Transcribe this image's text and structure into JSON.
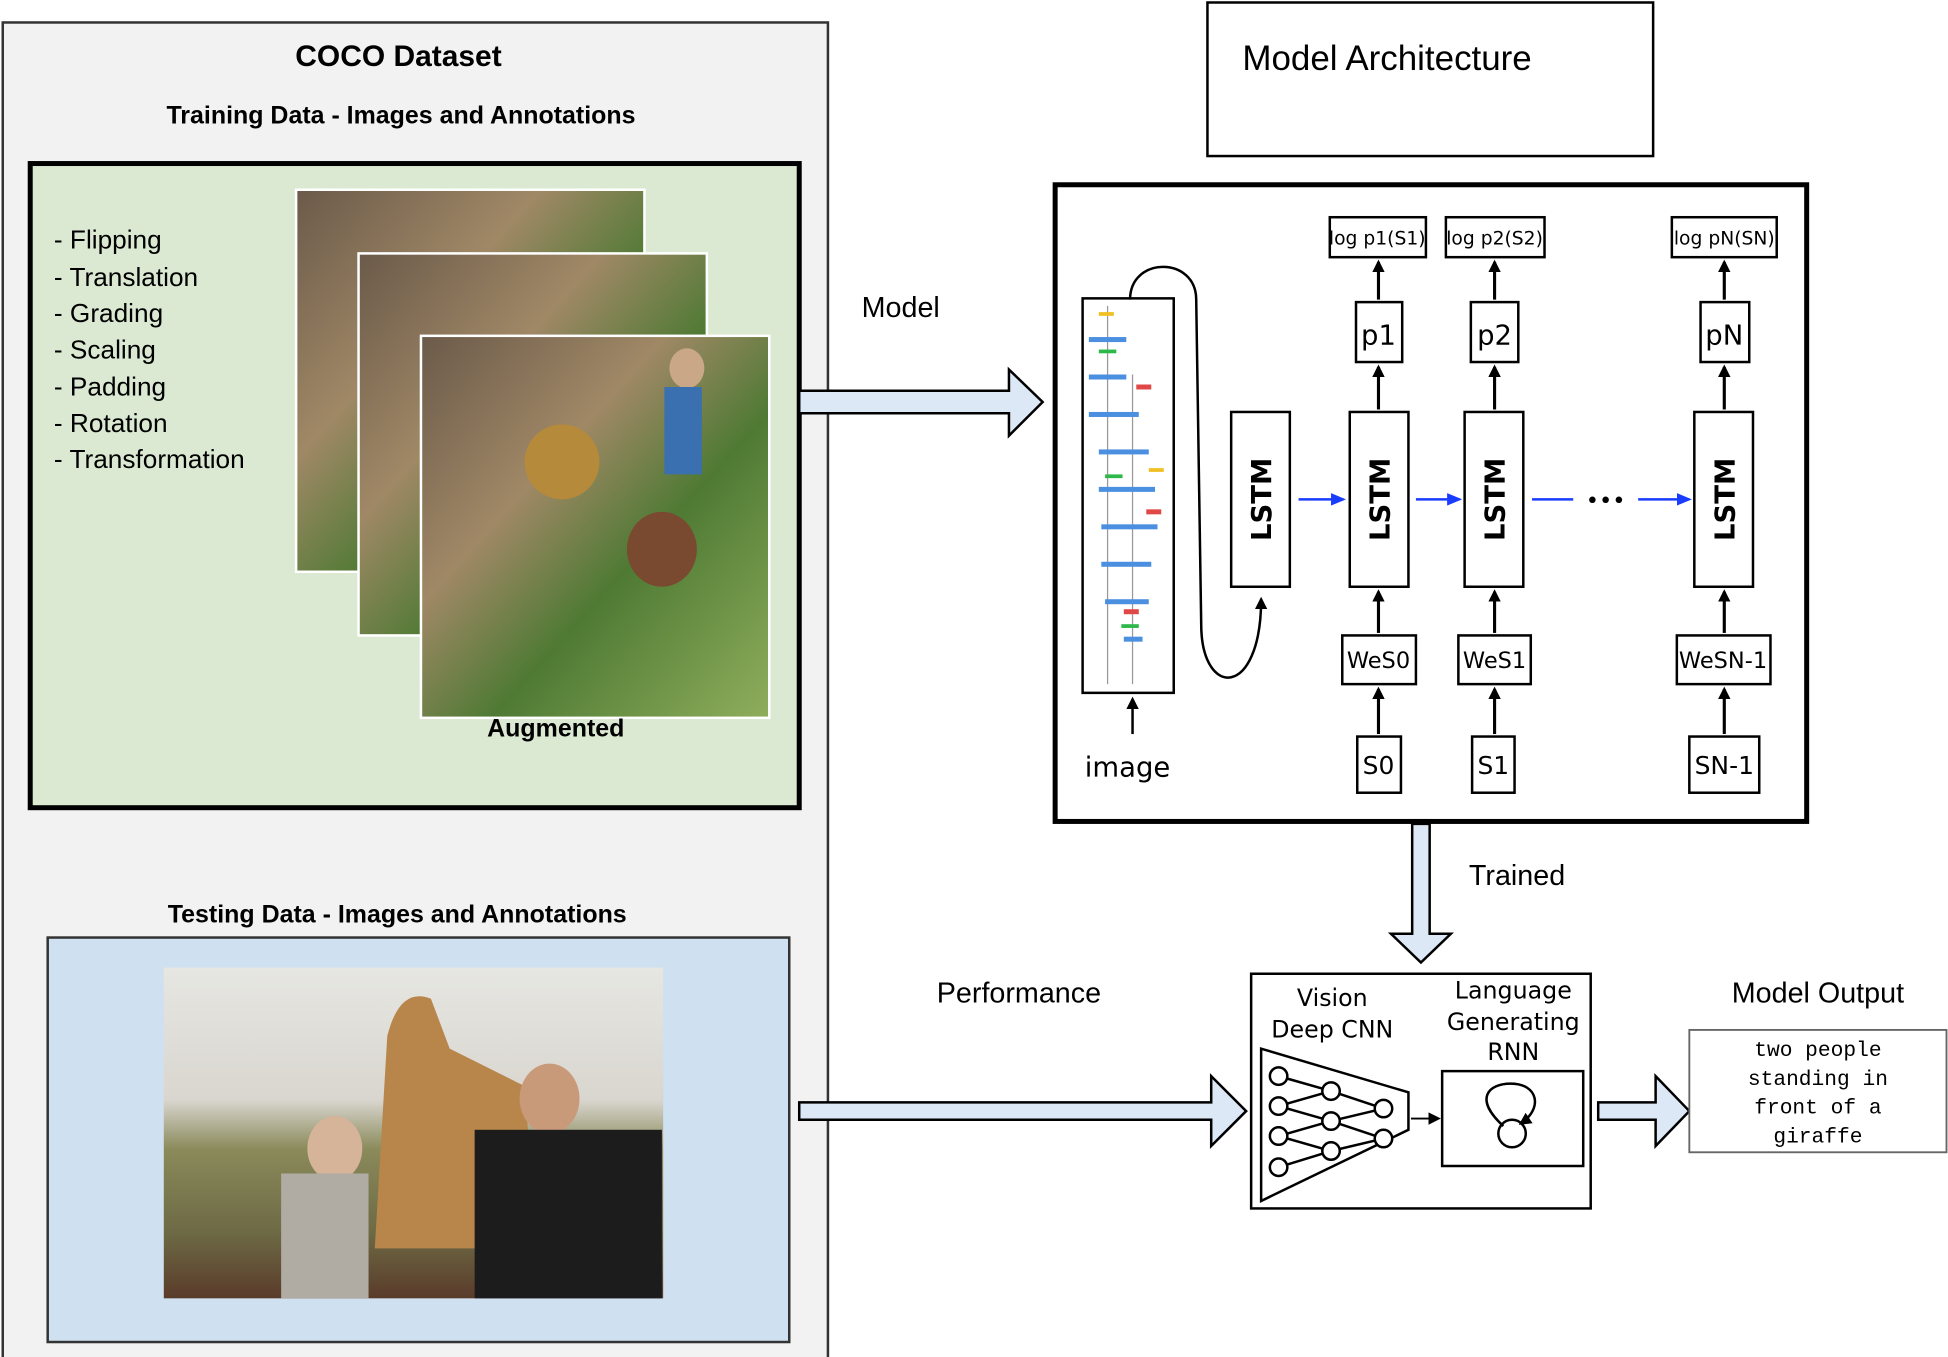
{
  "dataset": {
    "title": "COCO Dataset",
    "training_title": "Training Data - Images and Annotations",
    "augmentations": [
      "- Flipping",
      "- Translation",
      "- Grading",
      "- Scaling",
      "- Padding",
      "- Rotation",
      "- Transformation"
    ],
    "augmented_label": "Augmented",
    "testing_title": "Testing Data - Images and Annotations"
  },
  "colors": {
    "training_bg": "#dbe9d3",
    "testing_bg": "#cfe0f1",
    "panel_bg": "#f2f2f2",
    "arrow_fill": "#dce8f5",
    "recurrent_arrow": "#1a3cff"
  },
  "architecture": {
    "title": "Model Architecture",
    "model_label": "Model",
    "image_label": "image",
    "lstm_label": "LSTM",
    "log_probs": [
      "log p1(S1)",
      "log p2(S2)",
      "log pN(SN)"
    ],
    "probs": [
      "p1",
      "p2",
      "pN"
    ],
    "embeddings": [
      "WeS0",
      "WeS1",
      "WeSN-1"
    ],
    "inputs": [
      "S0",
      "S1",
      "SN-1"
    ],
    "ellipsis": "•••"
  },
  "pipeline": {
    "trained_label": "Trained",
    "performance_label": "Performance",
    "vision_line1": "Vision",
    "vision_line2": "Deep CNN",
    "language_line1": "Language",
    "language_line2": "Generating",
    "language_line3": "RNN",
    "output_title": "Model Output",
    "output_lines": [
      "two people",
      "standing in",
      "front of a",
      "giraffe"
    ]
  }
}
